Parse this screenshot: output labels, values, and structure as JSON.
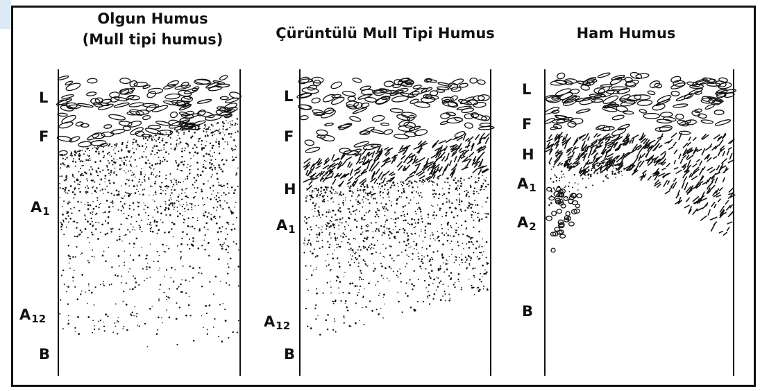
{
  "colors": {
    "ink": "#111111",
    "background": "#ffffff",
    "corner": "#dde9f4"
  },
  "panels": [
    {
      "title_line1": "Olgun Humus",
      "title_line2": "(Mull tipi humus)",
      "labels": {
        "l": "L",
        "f": "F",
        "a1_base": "A",
        "a1_sub": "1",
        "a12_base": "A",
        "a12_sub": "12",
        "b": "B"
      }
    },
    {
      "title_line1": "Çürüntülü Mull Tipi Humus",
      "labels": {
        "l": "L",
        "f": "F",
        "h": "H",
        "a1_base": "A",
        "a1_sub": "1",
        "a12_base": "A",
        "a12_sub": "12",
        "b": "B"
      }
    },
    {
      "title_line1": "Ham Humus",
      "labels": {
        "l": "L",
        "f": "F",
        "h": "H",
        "a1_base": "A",
        "a1_sub": "1",
        "a2_base": "A",
        "a2_sub": "2",
        "b": "B"
      }
    }
  ]
}
